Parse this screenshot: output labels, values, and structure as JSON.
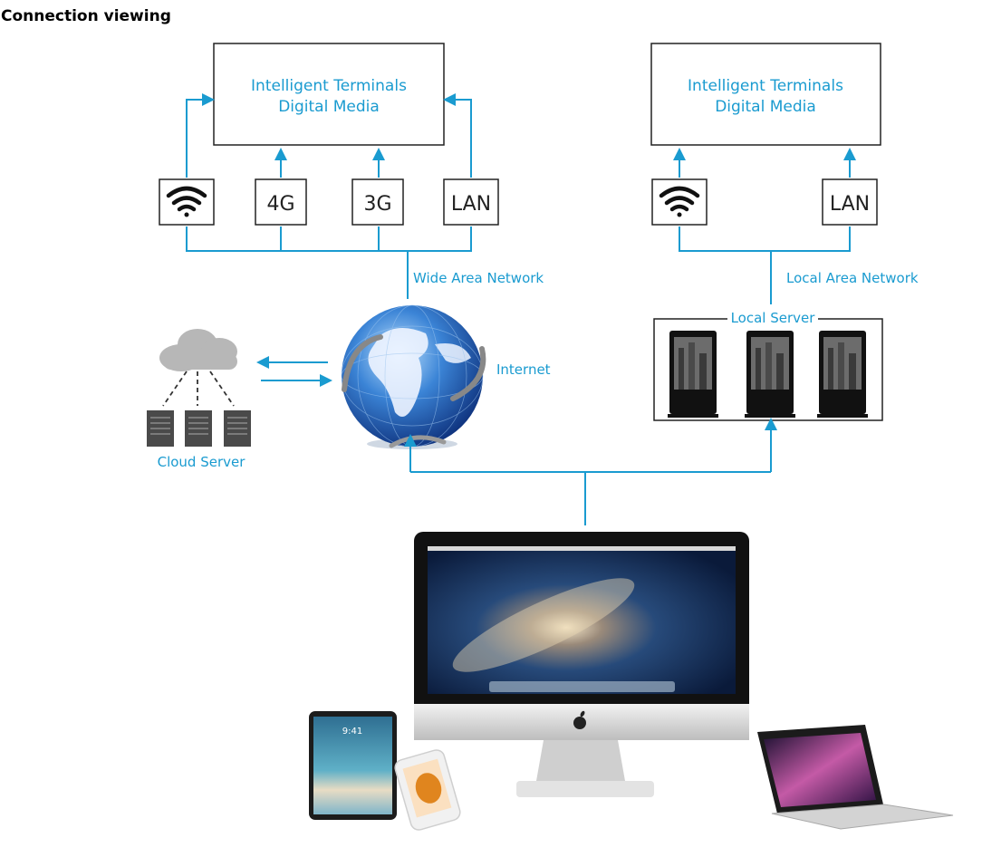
{
  "heading": "Connection viewing",
  "wan": {
    "terminal_line1": "Intelligent Terminals",
    "terminal_line2": "Digital Media",
    "net_4g": "4G",
    "net_3g": "3G",
    "net_lan": "LAN",
    "network_label": "Wide Area Network"
  },
  "lan": {
    "terminal_line1": "Intelligent Terminals",
    "terminal_line2": "Digital Media",
    "net_lan": "LAN",
    "network_label": "Local Area Network",
    "server_label": "Local Server"
  },
  "internet_label": "Internet",
  "cloud_label": "Cloud Server",
  "devices": {
    "tablet_time": "9:41"
  },
  "colors": {
    "line": "#1a9bd0",
    "box_border": "#222222",
    "cloud": "#b7b7b7",
    "server": "#4a4a4a"
  }
}
